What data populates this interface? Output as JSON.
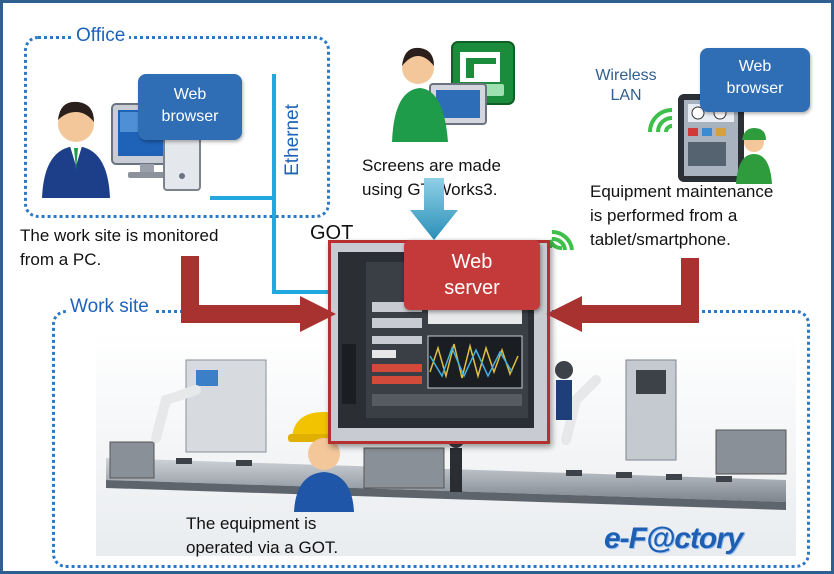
{
  "office": {
    "label": "Office",
    "web_browser": "Web\nbrowser",
    "ethernet": "Ethernet"
  },
  "office_caption": [
    "The work site is monitored",
    "from a PC."
  ],
  "gtworks": {
    "caption": [
      "Screens are made",
      "using GT Works3."
    ]
  },
  "got": {
    "label": "GOT",
    "web_server": "Web\nserver"
  },
  "mobile": {
    "wireless": "Wireless\nLAN",
    "web_browser": "Web\nbrowser",
    "caption": [
      "Equipment maintenance",
      "is performed from a",
      "tablet/smartphone."
    ]
  },
  "worksite": {
    "label": "Work site",
    "caption": [
      "The equipment  is",
      "operated via a GOT."
    ]
  },
  "logo": "e-F@ctory",
  "colors": {
    "dotted_blue": "#2c78c8",
    "pill_blue": "#2f6db5",
    "red": "#c43a3a",
    "arrow_red": "#a8322f",
    "ethernet_cyan": "#22a8e0",
    "arrow_teal": "#3aa3c8"
  }
}
